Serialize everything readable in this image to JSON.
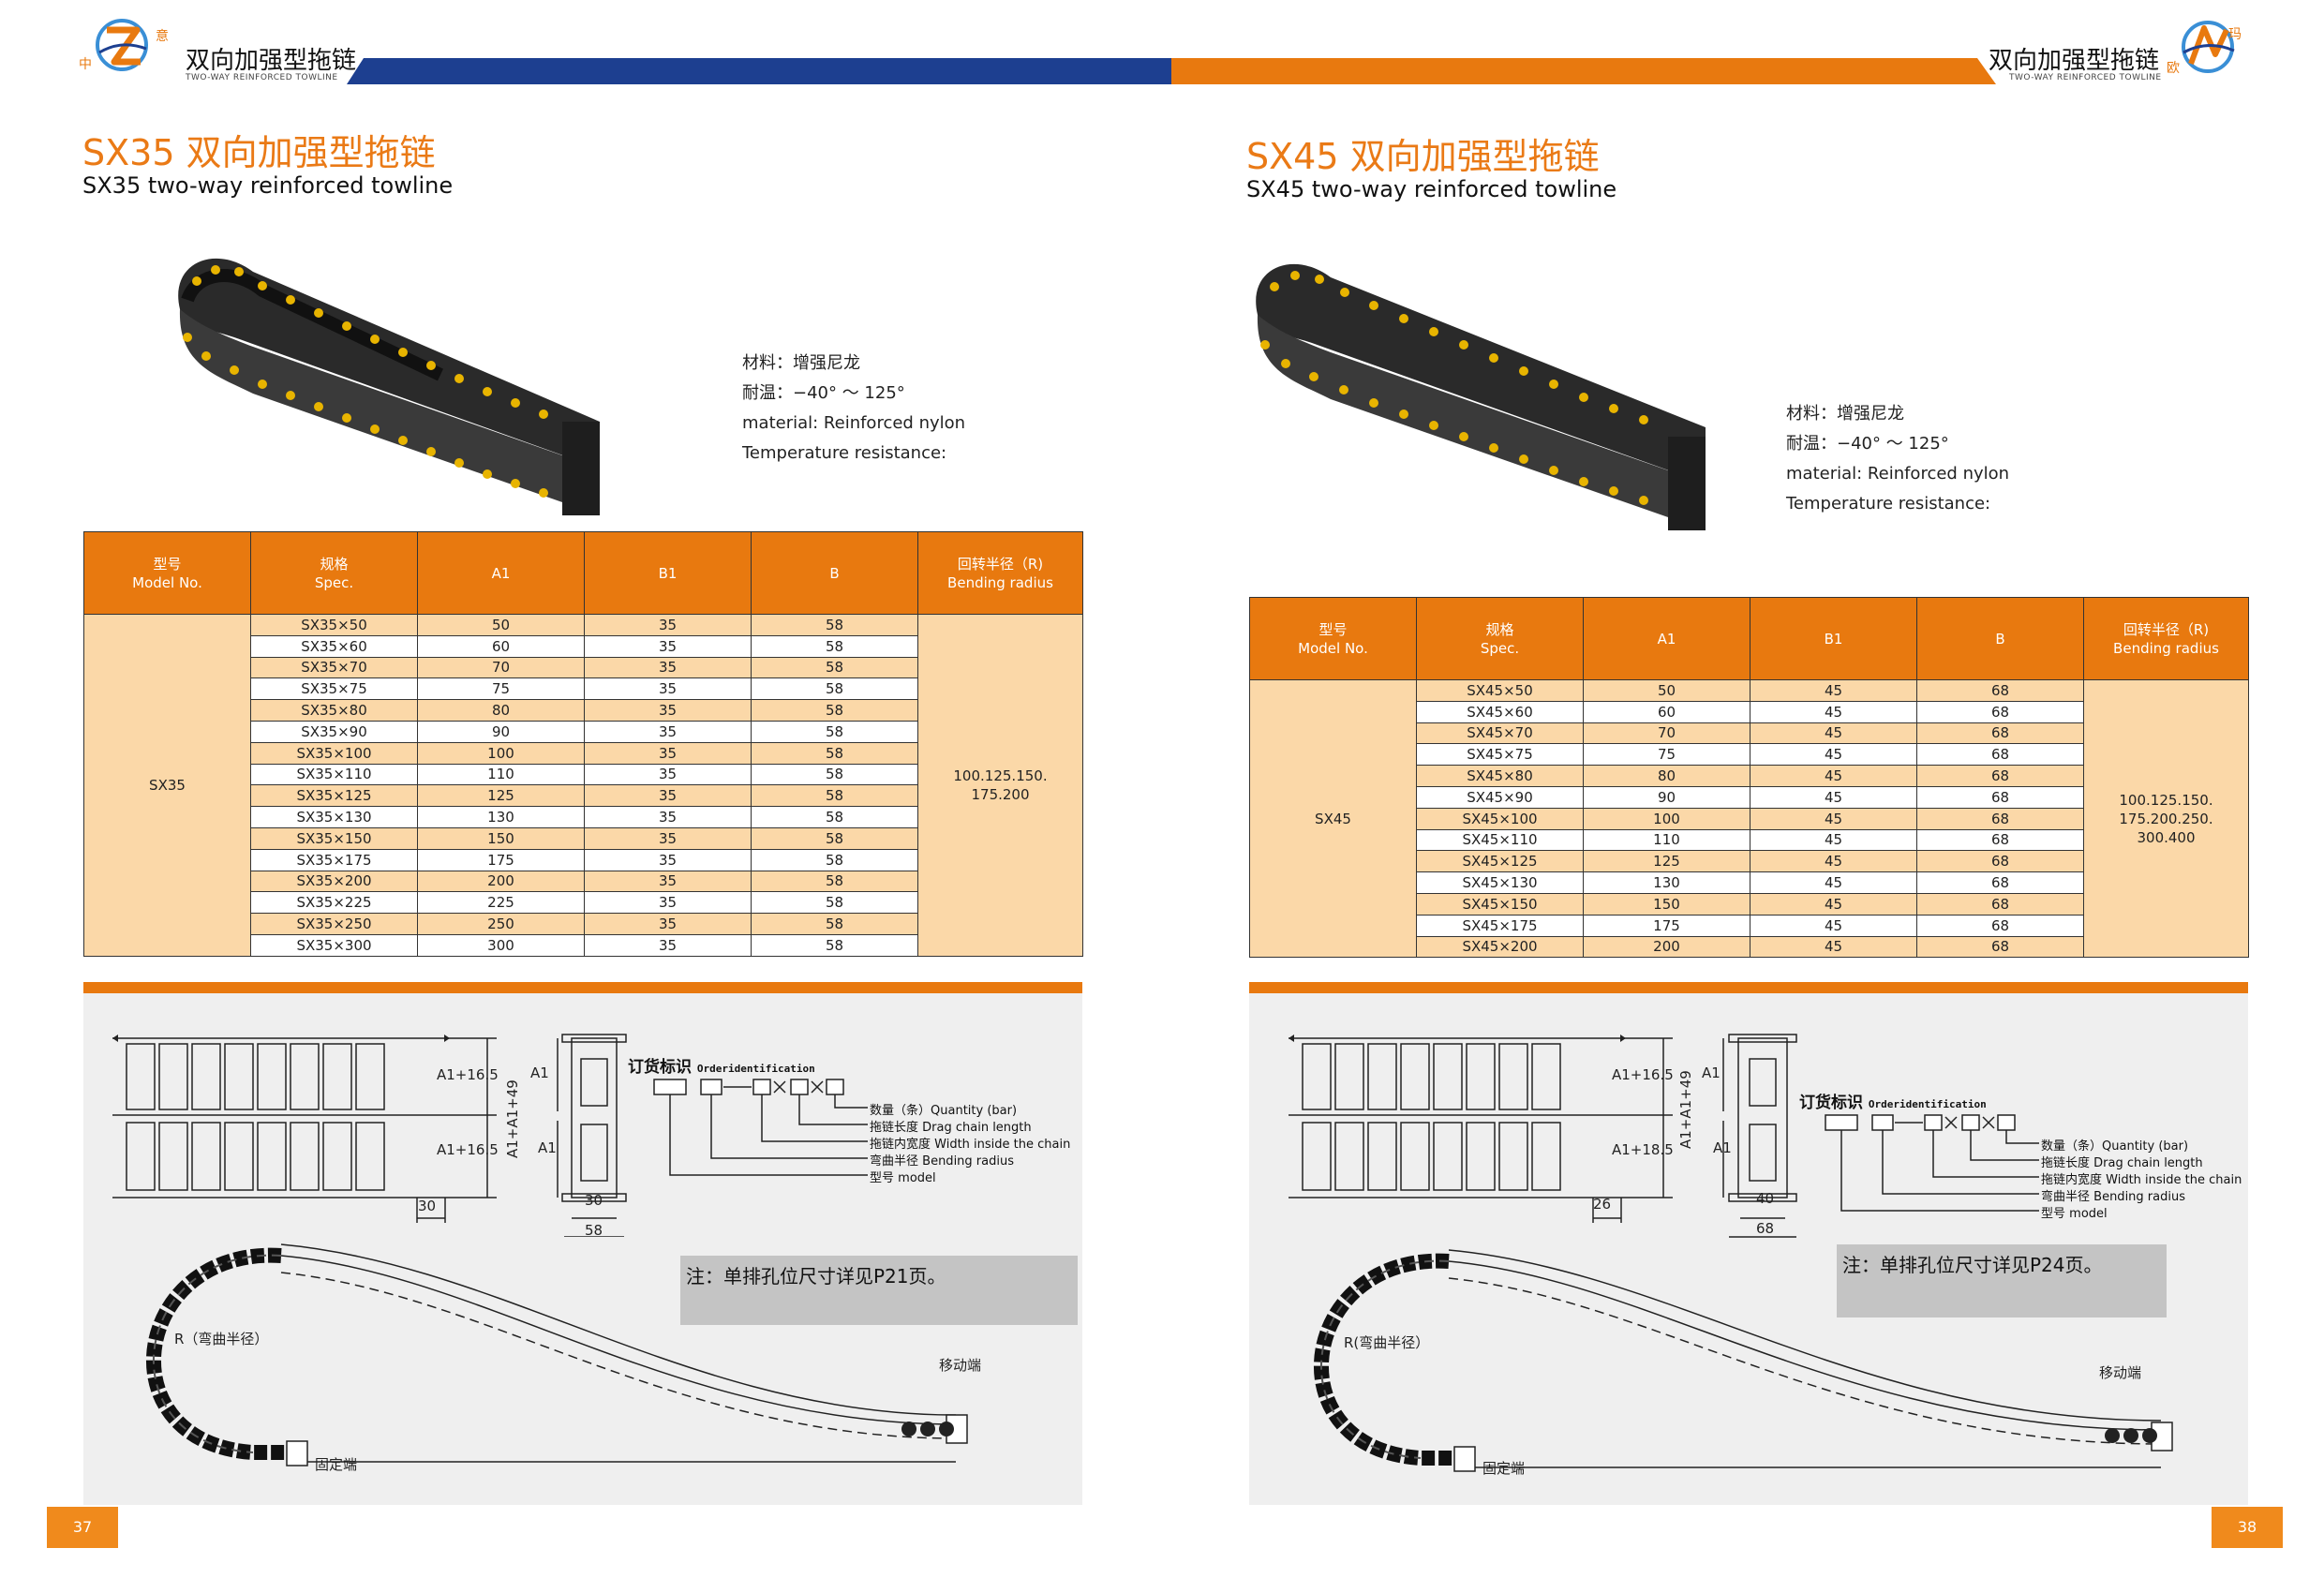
{
  "header_left": {
    "cn": "双向加强型拖链",
    "en": "TWO-WAY REINFORCED TOWLINE",
    "logo_chars": [
      "中",
      "意"
    ]
  },
  "header_right": {
    "cn": "双向加强型拖链",
    "en": "TWO-WAY REINFORCED TOWLINE",
    "logo_chars": [
      "玛",
      "欧"
    ]
  },
  "colors": {
    "orange": "#e8790f",
    "blue": "#1d3f90",
    "light_orange": "#fbd8a8",
    "panel_gray": "#efefef"
  },
  "icons": {
    "product": "drag-chain-photo",
    "logo": "company-logo"
  },
  "left": {
    "title_cn": "SX35 双向加强型拖链",
    "title_en": "SX35 two-way reinforced towline",
    "info": [
      "材料：增强尼龙",
      "耐温：−40° ～ 125°",
      "material: Reinforced nylon",
      "Temperature resistance:"
    ],
    "table": {
      "headers": [
        {
          "cn": "型号",
          "en": "Model No."
        },
        {
          "cn": "规格",
          "en": "Spec."
        },
        {
          "cn": "",
          "en": "A1"
        },
        {
          "cn": "",
          "en": "B1"
        },
        {
          "cn": "",
          "en": "B"
        },
        {
          "cn": "回转半径（R)",
          "en": "Bending radius"
        }
      ],
      "model": "SX35",
      "radius_lines": [
        "100.125.150.",
        "175.200"
      ],
      "rows": [
        [
          "SX35×50",
          "50",
          "35",
          "58"
        ],
        [
          "SX35×60",
          "60",
          "35",
          "58"
        ],
        [
          "SX35×70",
          "70",
          "35",
          "58"
        ],
        [
          "SX35×75",
          "75",
          "35",
          "58"
        ],
        [
          "SX35×80",
          "80",
          "35",
          "58"
        ],
        [
          "SX35×90",
          "90",
          "35",
          "58"
        ],
        [
          "SX35×100",
          "100",
          "35",
          "58"
        ],
        [
          "SX35×110",
          "110",
          "35",
          "58"
        ],
        [
          "SX35×125",
          "125",
          "35",
          "58"
        ],
        [
          "SX35×130",
          "130",
          "35",
          "58"
        ],
        [
          "SX35×150",
          "150",
          "35",
          "58"
        ],
        [
          "SX35×175",
          "175",
          "35",
          "58"
        ],
        [
          "SX35×200",
          "200",
          "35",
          "58"
        ],
        [
          "SX35×225",
          "225",
          "35",
          "58"
        ],
        [
          "SX35×250",
          "250",
          "35",
          "58"
        ],
        [
          "SX35×300",
          "300",
          "35",
          "58"
        ]
      ]
    },
    "diagram": {
      "dims": {
        "a1a": "A1+16.5",
        "a1b": "A1+16.5",
        "a1sum": "A1+A1+49",
        "a1_top": "A1",
        "a1_bottom": "A1",
        "pitch": "30",
        "b1": "30",
        "b": "58"
      },
      "order_title": "订货标识",
      "order_title_en": "Orderidentification",
      "order_lines": [
        {
          "cn": "数量（条）",
          "en": "Quantity (bar)"
        },
        {
          "cn": "拖链长度",
          "en": "Drag chain length"
        },
        {
          "cn": "拖链内宽度",
          "en": "Width inside the chain"
        },
        {
          "cn": "弯曲半径",
          "en": "Bending radius"
        },
        {
          "cn": "型号",
          "en": "model"
        }
      ],
      "note": "注：单排孔位尺寸详见P21页。",
      "radius_label": "R（弯曲半径）",
      "moving_end": "移动端",
      "fixed_end": "固定端"
    },
    "page_number": "37"
  },
  "right": {
    "title_cn": "SX45 双向加强型拖链",
    "title_en": "SX45 two-way reinforced towline",
    "info": [
      "材料：增强尼龙",
      "耐温：−40° ～ 125°",
      "material: Reinforced nylon",
      "Temperature resistance:"
    ],
    "table": {
      "headers": [
        {
          "cn": "型号",
          "en": "Model No."
        },
        {
          "cn": "规格",
          "en": "Spec."
        },
        {
          "cn": "",
          "en": "A1"
        },
        {
          "cn": "",
          "en": "B1"
        },
        {
          "cn": "",
          "en": "B"
        },
        {
          "cn": "回转半径（R)",
          "en": "Bending radius"
        }
      ],
      "model": "SX45",
      "radius_lines": [
        "100.125.150.",
        "175.200.250.",
        "300.400"
      ],
      "rows": [
        [
          "SX45×50",
          "50",
          "45",
          "68"
        ],
        [
          "SX45×60",
          "60",
          "45",
          "68"
        ],
        [
          "SX45×70",
          "70",
          "45",
          "68"
        ],
        [
          "SX45×75",
          "75",
          "45",
          "68"
        ],
        [
          "SX45×80",
          "80",
          "45",
          "68"
        ],
        [
          "SX45×90",
          "90",
          "45",
          "68"
        ],
        [
          "SX45×100",
          "100",
          "45",
          "68"
        ],
        [
          "SX45×110",
          "110",
          "45",
          "68"
        ],
        [
          "SX45×125",
          "125",
          "45",
          "68"
        ],
        [
          "SX45×130",
          "130",
          "45",
          "68"
        ],
        [
          "SX45×150",
          "150",
          "45",
          "68"
        ],
        [
          "SX45×175",
          "175",
          "45",
          "68"
        ],
        [
          "SX45×200",
          "200",
          "45",
          "68"
        ]
      ]
    },
    "diagram": {
      "dims": {
        "a1a": "A1+16.5",
        "a1b": "A1+18.5",
        "a1sum": "A1+A1+49",
        "a1_top": "A1",
        "a1_bottom": "A1",
        "pitch": "26",
        "b1": "40",
        "b": "68"
      },
      "order_title": "订货标识",
      "order_title_en": "Orderidentification",
      "order_lines": [
        {
          "cn": "数量（条）",
          "en": "Quantity (bar)"
        },
        {
          "cn": "拖链长度",
          "en": "Drag chain length"
        },
        {
          "cn": "拖链内宽度",
          "en": "Width inside the chain"
        },
        {
          "cn": "弯曲半径",
          "en": "Bending radius"
        },
        {
          "cn": "型号",
          "en": "model"
        }
      ],
      "note": "注：单排孔位尺寸详见P24页。",
      "radius_label": "R(弯曲半径）",
      "moving_end": "移动端",
      "fixed_end": "固定端"
    },
    "page_number": "38"
  }
}
